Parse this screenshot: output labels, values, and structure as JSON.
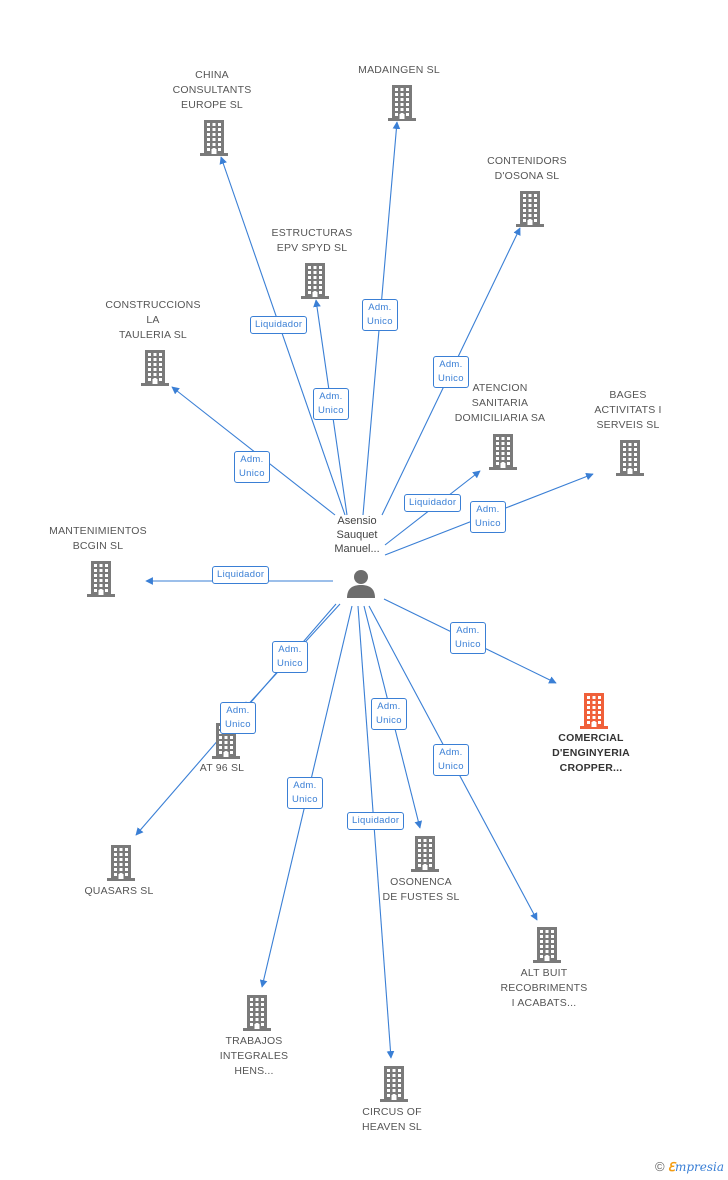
{
  "center": {
    "name": "Asensio\nSauquet\nManuel...",
    "icon": "person-icon"
  },
  "colors": {
    "edge": "#3a7fd5",
    "building": "#7a7a7a",
    "building_highlight": "#f0603a",
    "role_text": "#3a7fd5"
  },
  "companies": [
    {
      "name": "CHINA\nCONSULTANTS\nEUROPE SL",
      "role": "Liquidador",
      "highlight": false
    },
    {
      "name": "MADAINGEN  SL",
      "role": "Adm.\nUnico",
      "highlight": false
    },
    {
      "name": "CONTENIDORS\nD'OSONA SL",
      "role": "Adm.\nUnico",
      "highlight": false
    },
    {
      "name": "ESTRUCTURAS\nEPV SPYD SL",
      "role": "Adm.\nUnico",
      "highlight": false
    },
    {
      "name": "CONSTRUCCIONS\nLA\nTAULERIA  SL",
      "role": "Adm.\nUnico",
      "highlight": false
    },
    {
      "name": "ATENCION\nSANITARIA\nDOMICILIARIA SA",
      "role": "Liquidador",
      "highlight": false
    },
    {
      "name": "BAGES\nACTIVITATS I\nSERVEIS SL",
      "role": "Adm.\nUnico",
      "highlight": false
    },
    {
      "name": "MANTENIMIENTOS\nBCGIN SL",
      "role": "Liquidador",
      "highlight": false
    },
    {
      "name": "COMERCIAL\nD'ENGINYERIA\nCROPPER...",
      "role": "Adm.\nUnico",
      "highlight": true
    },
    {
      "name": "AT 96 SL",
      "role": "Adm.\nUnico",
      "highlight": false
    },
    {
      "name": "QUASARS SL",
      "role": "Adm.\nUnico",
      "highlight": false
    },
    {
      "name": "OSONENCA\nDE FUSTES SL",
      "role": "Adm.\nUnico",
      "highlight": false
    },
    {
      "name": "ALT BUIT\nRECOBRIMENTS\nI ACABATS...",
      "role": "Adm.\nUnico",
      "highlight": false
    },
    {
      "name": "TRABAJOS\nINTEGRALES\nHENS...",
      "role": "Adm.\nUnico",
      "highlight": false
    },
    {
      "name": "CIRCUS OF\nHEAVEN  SL",
      "role": "Liquidador",
      "highlight": false
    }
  ],
  "footer": {
    "copyright": "©",
    "brand_initial": "ℇ",
    "brand_rest": "mpresia"
  }
}
